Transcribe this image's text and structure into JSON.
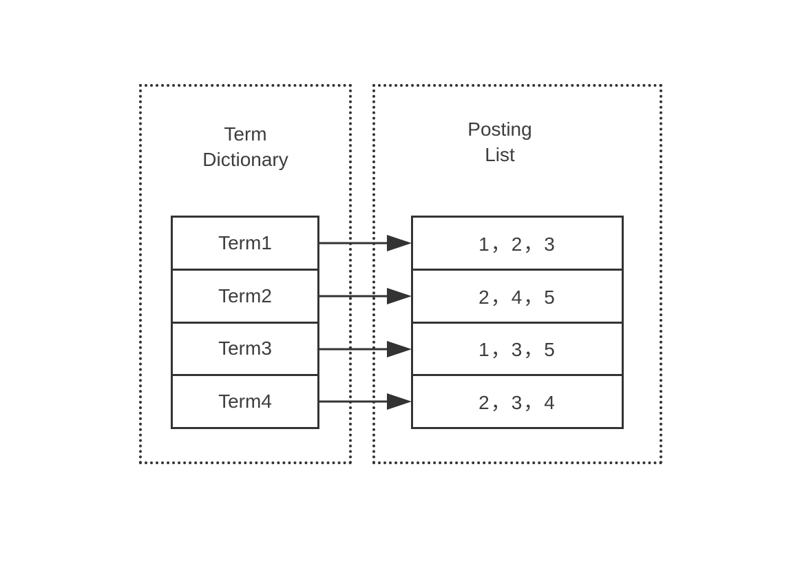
{
  "groups": {
    "term_dictionary": {
      "title_line1": "Term",
      "title_line2": "Dictionary"
    },
    "posting_list": {
      "title_line1": "Posting",
      "title_line2": "List"
    }
  },
  "terms": [
    "Term1",
    "Term2",
    "Term3",
    "Term4"
  ],
  "postings": [
    "1，2，3",
    "2，4，5",
    "1，3，5",
    "2，3，4"
  ],
  "colors": {
    "stroke": "#333333",
    "text": "#3d3d3d",
    "background": "#ffffff"
  }
}
